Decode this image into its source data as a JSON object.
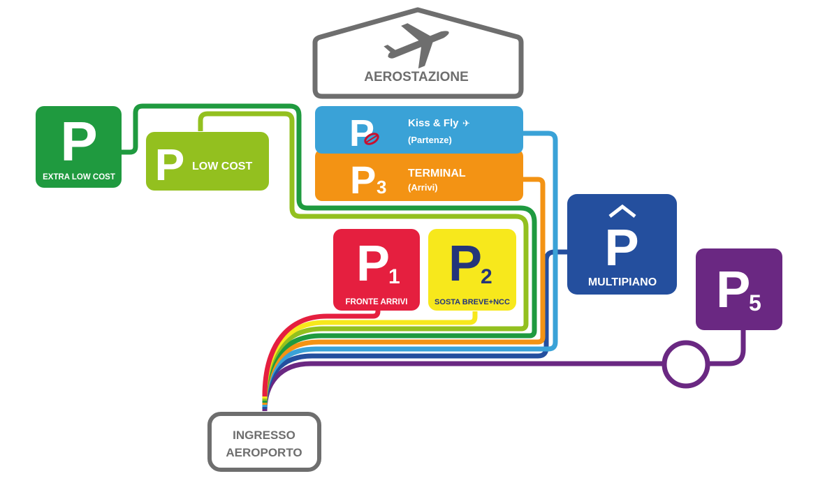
{
  "terminal": {
    "label": "AEROSTAZIONE",
    "icon": "airplane-icon",
    "color": "#6e6e6e"
  },
  "entrance": {
    "line1": "INGRESSO",
    "line2": "AEROPORTO",
    "color": "#6e6e6e"
  },
  "parkings": {
    "extra_low_cost": {
      "letter": "P",
      "label": "EXTRA LOW COST",
      "color": "#1f9a3f"
    },
    "low_cost": {
      "letter": "P",
      "label": "LOW COST",
      "color": "#93c01f"
    },
    "kiss_fly": {
      "letter": "P",
      "title": "Kiss & Fly",
      "subtitle": "(Partenze)",
      "icon": "lips-icon",
      "color": "#3aa2d7"
    },
    "p3": {
      "letter": "P",
      "number": "3",
      "title": "TERMINAL",
      "subtitle": "(Arrivi)",
      "color": "#f39314"
    },
    "p1": {
      "letter": "P",
      "number": "1",
      "label": "FRONTE ARRIVI",
      "color": "#e51f3f"
    },
    "p2": {
      "letter": "P",
      "number": "2",
      "label": "SOSTA BREVE+NCC",
      "color": "#f7e81c",
      "text_color": "#24357a"
    },
    "multipiano": {
      "letter": "P",
      "label": "MULTIPIANO",
      "color": "#244f9e"
    },
    "p5": {
      "letter": "P",
      "number": "5",
      "color": "#6a2882"
    }
  }
}
